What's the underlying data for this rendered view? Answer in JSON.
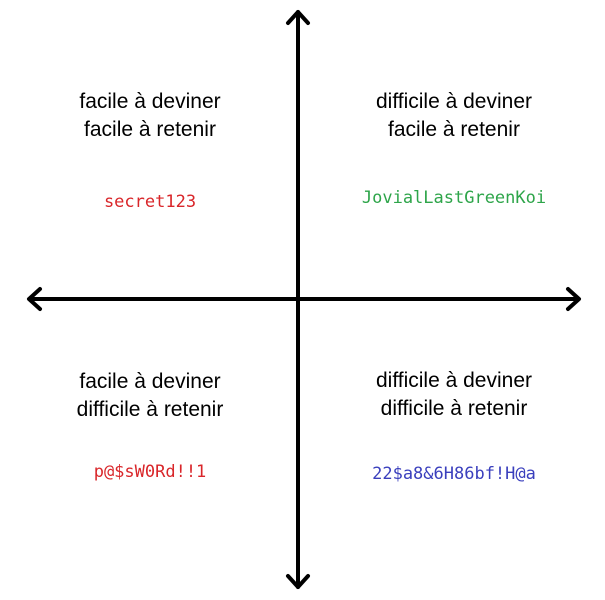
{
  "colors": {
    "axis": "#000000",
    "weak": "#d9262a",
    "memorable_strong": "#2ea54a",
    "random_strong": "#3a3fbd"
  },
  "quadrants": {
    "top_left": {
      "line1": "facile à deviner",
      "line2": "facile à retenir",
      "example": "secret123",
      "example_color": "#d9262a"
    },
    "top_right": {
      "line1": "difficile à deviner",
      "line2": "facile à retenir",
      "example": "JovialLastGreenKoi",
      "example_color": "#2ea54a"
    },
    "bottom_left": {
      "line1": "facile à deviner",
      "line2": "difficile à retenir",
      "example": "p@$sW0Rd!!1",
      "example_color": "#d9262a"
    },
    "bottom_right": {
      "line1": "difficile à deviner",
      "line2": "difficile à retenir",
      "example": "22$a8&6H86bf!H@a",
      "example_color": "#3a3fbd"
    }
  }
}
